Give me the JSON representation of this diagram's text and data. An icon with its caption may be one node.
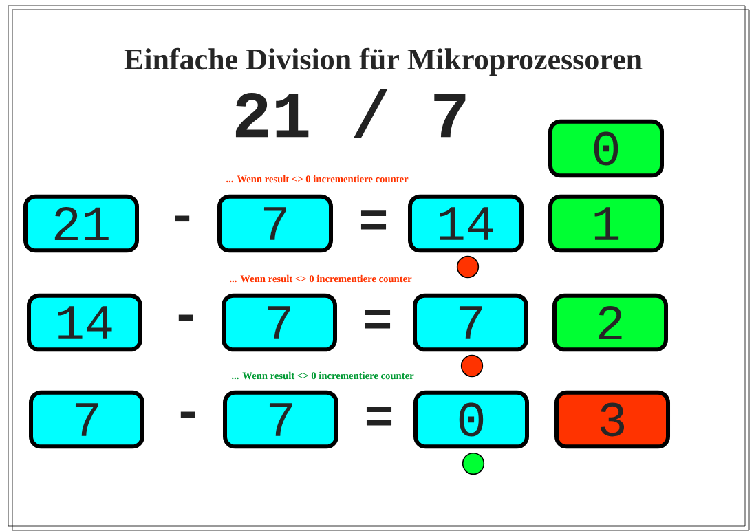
{
  "diagram": {
    "title": "Einfache Division für Mikroprozessoren",
    "nodes": [
      {
        "text": [
          "0"
        ]
      },
      {
        "text": [
          "21"
        ]
      },
      {
        "text": [
          "7"
        ]
      },
      {
        "text": [
          "14"
        ]
      },
      {
        "text": [
          "1"
        ]
      },
      {
        "text": [],
        "shape": "circle"
      },
      {
        "text": [
          "14"
        ]
      },
      {
        "text": [
          "7"
        ]
      },
      {
        "text": [
          "7"
        ]
      },
      {
        "text": [
          "2"
        ]
      },
      {
        "text": [],
        "shape": "circle"
      },
      {
        "text": [
          "7"
        ]
      },
      {
        "text": [
          "7"
        ]
      },
      {
        "text": [
          "0"
        ]
      },
      {
        "text": [
          "3"
        ]
      },
      {
        "text": [],
        "shape": "circle"
      }
    ],
    "labels": [
      "21 / 7",
      "... Wenn result <> 0 incrementiere counter",
      "-",
      "=",
      "... Wenn result <> 0 incrementiere counter",
      "-",
      "=",
      "... Wenn result <> 0 incrementiere counter",
      "-",
      "="
    ]
  }
}
